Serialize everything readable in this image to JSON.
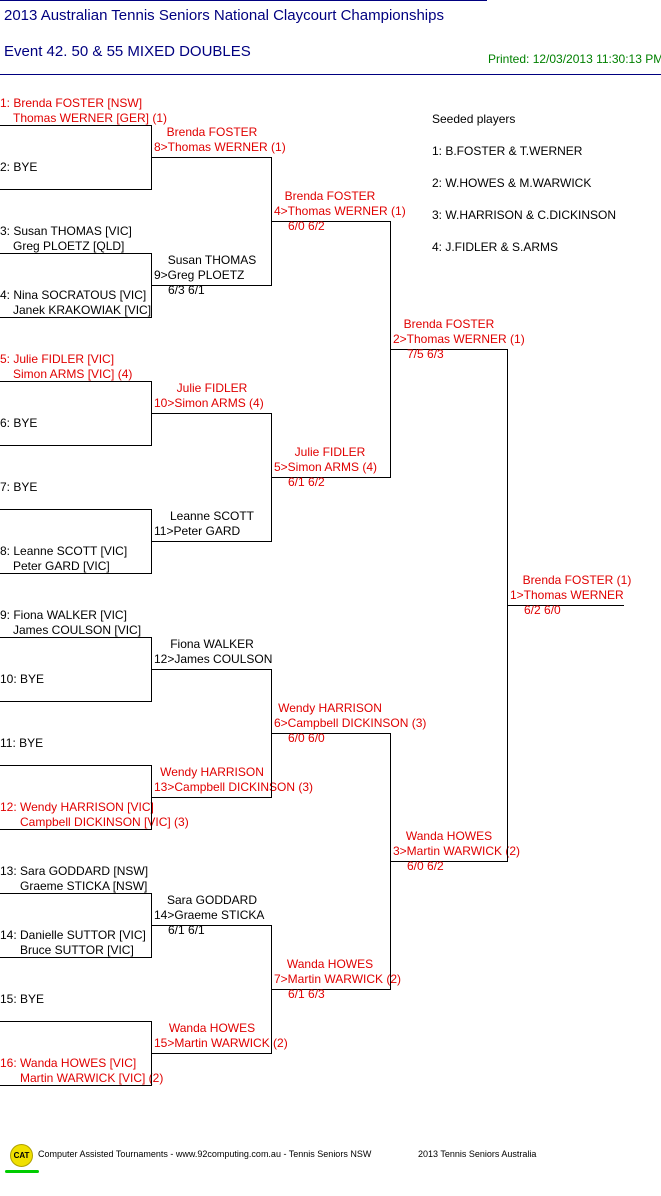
{
  "header": {
    "title": "2013 Australian Tennis Seniors National Claycourt Championships",
    "event": "Event 42. 50 & 55 MIXED DOUBLES",
    "printed": "Printed: 12/03/2013 11:30:13 PM"
  },
  "seeds": {
    "heading": "Seeded players",
    "items": [
      "1: B.FOSTER & T.WERNER",
      "2: W.HOWES & M.WARWICK",
      "3: W.HARRISON & C.DICKINSON",
      "4: J.FIDLER & S.ARMS"
    ]
  },
  "round1": [
    {
      "l1": "1: Brenda FOSTER [NSW]",
      "l2": "Thomas WERNER [GER] (1)",
      "seeded": true
    },
    {
      "l1": "2: BYE",
      "l2": "",
      "seeded": false
    },
    {
      "l1": "3: Susan THOMAS [VIC]",
      "l2": "Greg PLOETZ [QLD]",
      "seeded": false
    },
    {
      "l1": "4: Nina SOCRATOUS [VIC]",
      "l2": "Janek KRAKOWIAK [VIC]",
      "seeded": false
    },
    {
      "l1": "5: Julie FIDLER [VIC]",
      "l2": "Simon ARMS [VIC] (4)",
      "seeded": true
    },
    {
      "l1": "6: BYE",
      "l2": "",
      "seeded": false
    },
    {
      "l1": "7: BYE",
      "l2": "",
      "seeded": false
    },
    {
      "l1": "8: Leanne SCOTT [VIC]",
      "l2": "Peter GARD [VIC]",
      "seeded": false
    },
    {
      "l1": "9: Fiona WALKER [VIC]",
      "l2": "James COULSON [VIC]",
      "seeded": false
    },
    {
      "l1": "10: BYE",
      "l2": "",
      "seeded": false
    },
    {
      "l1": "11: BYE",
      "l2": "",
      "seeded": false
    },
    {
      "l1": "12: Wendy HARRISON [VIC]",
      "l2": "Campbell DICKINSON [VIC] (3)",
      "seeded": true
    },
    {
      "l1": "13: Sara GODDARD [NSW]",
      "l2": "Graeme STICKA [NSW]",
      "seeded": false
    },
    {
      "l1": "14: Danielle SUTTOR [VIC]",
      "l2": "Bruce SUTTOR [VIC]",
      "seeded": false
    },
    {
      "l1": "15: BYE",
      "l2": "",
      "seeded": false
    },
    {
      "l1": "16: Wanda HOWES [VIC]",
      "l2": "Martin WARWICK [VIC] (2)",
      "seeded": true
    }
  ],
  "round2": [
    {
      "l1": "Brenda FOSTER",
      "l2": "8>Thomas WERNER (1)",
      "score": "",
      "seeded": true
    },
    {
      "l1": "Susan THOMAS",
      "l2": "9>Greg PLOETZ",
      "score": "6/3 6/1",
      "seeded": false
    },
    {
      "l1": "Julie FIDLER",
      "l2": "10>Simon ARMS (4)",
      "score": "",
      "seeded": true
    },
    {
      "l1": "Leanne SCOTT",
      "l2": "11>Peter GARD",
      "score": "",
      "seeded": false
    },
    {
      "l1": "Fiona WALKER",
      "l2": "12>James COULSON",
      "score": "",
      "seeded": false
    },
    {
      "l1": "Wendy HARRISON",
      "l2": "13>Campbell DICKINSON (3)",
      "score": "",
      "seeded": true
    },
    {
      "l1": "Sara GODDARD",
      "l2": "14>Graeme STICKA",
      "score": "6/1 6/1",
      "seeded": false
    },
    {
      "l1": "Wanda HOWES",
      "l2": "15>Martin WARWICK (2)",
      "score": "",
      "seeded": true
    }
  ],
  "round3": [
    {
      "l1": "Brenda FOSTER",
      "l2": "4>Thomas WERNER (1)",
      "score": "6/0 6/2",
      "seeded": true
    },
    {
      "l1": "Julie FIDLER",
      "l2": "5>Simon ARMS (4)",
      "score": "6/1 6/2",
      "seeded": true
    },
    {
      "l1": "Wendy HARRISON",
      "l2": "6>Campbell DICKINSON (3)",
      "score": "6/0 6/0",
      "seeded": true
    },
    {
      "l1": "Wanda HOWES",
      "l2": "7>Martin WARWICK (2)",
      "score": "6/1 6/3",
      "seeded": true
    }
  ],
  "round4": [
    {
      "l1": "Brenda FOSTER",
      "l2": "2>Thomas WERNER (1)",
      "score": "7/5 6/3",
      "seeded": true
    },
    {
      "l1": "Wanda HOWES",
      "l2": "3>Martin WARWICK (2)",
      "score": "6/0 6/2",
      "seeded": true
    }
  ],
  "final": {
    "l1": "Brenda FOSTER (1)",
    "l2": "1>Thomas WERNER",
    "score": "6/2 6/0",
    "seeded": true
  },
  "footer": {
    "logo": "CAT",
    "credit": "Computer Assisted Tournaments - www.92computing.com.au -  Tennis Seniors NSW",
    "copyright": "2013 Tennis Seniors Australia"
  },
  "colors": {
    "title": "#000080",
    "printed": "#008000",
    "seeded": "#e00000",
    "text": "#000000",
    "logo": "#f0e000",
    "logo_underline": "#00cc00"
  }
}
